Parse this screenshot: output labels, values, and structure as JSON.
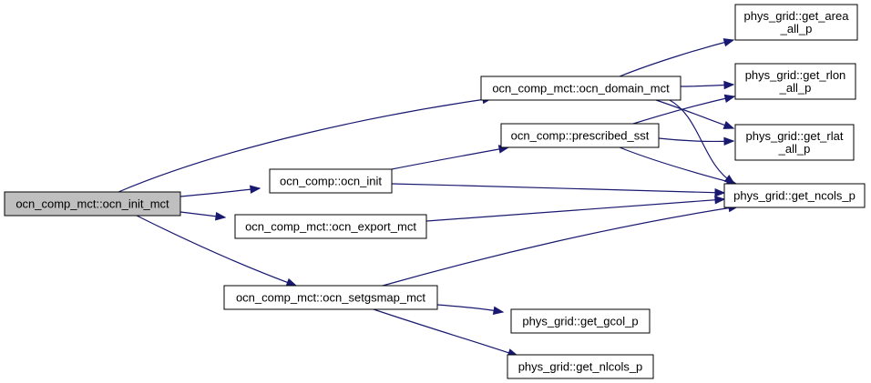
{
  "colors": {
    "edge": "#191970",
    "node_fill": "#ffffff",
    "root_fill": "#bfbfbf",
    "node_border": "#000000"
  },
  "nodes": [
    {
      "id": "init_mct",
      "lines": [
        "ocn_comp_mct::ocn_init_mct"
      ],
      "root": true
    },
    {
      "id": "ocn_init",
      "lines": [
        "ocn_comp::ocn_init"
      ]
    },
    {
      "id": "export_mct",
      "lines": [
        "ocn_comp_mct::ocn_export_mct"
      ]
    },
    {
      "id": "setgsmap_mct",
      "lines": [
        "ocn_comp_mct::ocn_setgsmap_mct"
      ]
    },
    {
      "id": "domain_mct",
      "lines": [
        "ocn_comp_mct::ocn_domain_mct"
      ]
    },
    {
      "id": "prescribed_sst",
      "lines": [
        "ocn_comp::prescribed_sst"
      ]
    },
    {
      "id": "get_area",
      "lines": [
        "phys_grid::get_area",
        "_all_p"
      ]
    },
    {
      "id": "get_rlon",
      "lines": [
        "phys_grid::get_rlon",
        "_all_p"
      ]
    },
    {
      "id": "get_rlat",
      "lines": [
        "phys_grid::get_rlat",
        "_all_p"
      ]
    },
    {
      "id": "get_ncols",
      "lines": [
        "phys_grid::get_ncols_p"
      ]
    },
    {
      "id": "get_gcol",
      "lines": [
        "phys_grid::get_gcol_p"
      ]
    },
    {
      "id": "get_nlcols",
      "lines": [
        "phys_grid::get_nlcols_p"
      ]
    }
  ],
  "edges": [
    {
      "from": "init_mct",
      "to": "domain_mct"
    },
    {
      "from": "init_mct",
      "to": "ocn_init"
    },
    {
      "from": "init_mct",
      "to": "export_mct"
    },
    {
      "from": "init_mct",
      "to": "setgsmap_mct"
    },
    {
      "from": "ocn_init",
      "to": "prescribed_sst"
    },
    {
      "from": "ocn_init",
      "to": "get_ncols"
    },
    {
      "from": "export_mct",
      "to": "get_ncols"
    },
    {
      "from": "setgsmap_mct",
      "to": "get_ncols"
    },
    {
      "from": "setgsmap_mct",
      "to": "get_gcol"
    },
    {
      "from": "setgsmap_mct",
      "to": "get_nlcols"
    },
    {
      "from": "domain_mct",
      "to": "get_area"
    },
    {
      "from": "domain_mct",
      "to": "get_rlon"
    },
    {
      "from": "domain_mct",
      "to": "get_rlat"
    },
    {
      "from": "domain_mct",
      "to": "get_ncols"
    },
    {
      "from": "prescribed_sst",
      "to": "get_rlon"
    },
    {
      "from": "prescribed_sst",
      "to": "get_rlat"
    },
    {
      "from": "prescribed_sst",
      "to": "get_ncols"
    }
  ]
}
